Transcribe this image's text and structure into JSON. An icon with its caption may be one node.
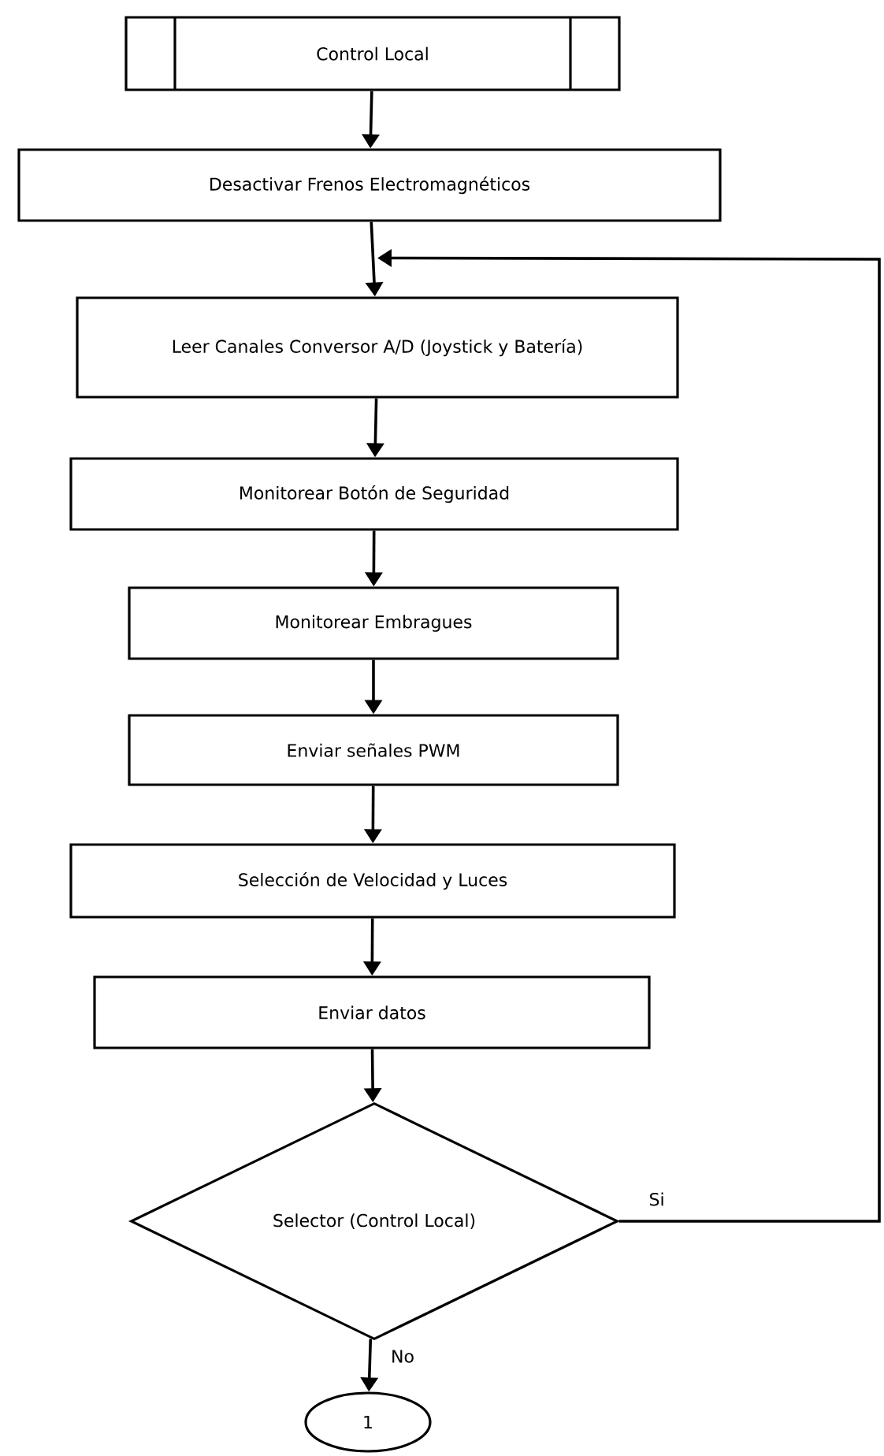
{
  "diagram": {
    "nodes": [
      {
        "text": [
          "Control Local"
        ]
      },
      {
        "text": [
          "Desactivar Frenos Electromagnéticos"
        ]
      },
      {
        "text": [
          "Leer Canales Conversor A/D (Joystick y Batería)"
        ]
      },
      {
        "text": [
          "Monitorear Botón de Seguridad"
        ]
      },
      {
        "text": [
          "Monitorear Embragues"
        ]
      },
      {
        "text": [
          "Enviar señales PWM"
        ]
      },
      {
        "text": [
          "Selección de Velocidad y Luces"
        ]
      },
      {
        "text": [
          "Enviar datos"
        ]
      },
      {
        "text": [
          "Selector (Control Local)"
        ]
      },
      {
        "text": [
          "1"
        ]
      }
    ],
    "edges": [
      {
        "from": 0,
        "to": 1,
        "arrow": "to"
      },
      {
        "from": 1,
        "to": 2,
        "arrow": "to"
      },
      {
        "from": 2,
        "to": 3,
        "arrow": "to"
      },
      {
        "from": 3,
        "to": 4,
        "arrow": "to"
      },
      {
        "from": 4,
        "to": 5,
        "arrow": "to"
      },
      {
        "from": 5,
        "to": 6,
        "arrow": "to"
      },
      {
        "from": 6,
        "to": 7,
        "arrow": "to"
      },
      {
        "from": 7,
        "to": 8,
        "arrow": "to"
      },
      {
        "from": 8,
        "to": 2,
        "arrow": "to",
        "label": "Si"
      },
      {
        "from": 8,
        "to": 9,
        "arrow": "to",
        "label": "No"
      }
    ]
  }
}
